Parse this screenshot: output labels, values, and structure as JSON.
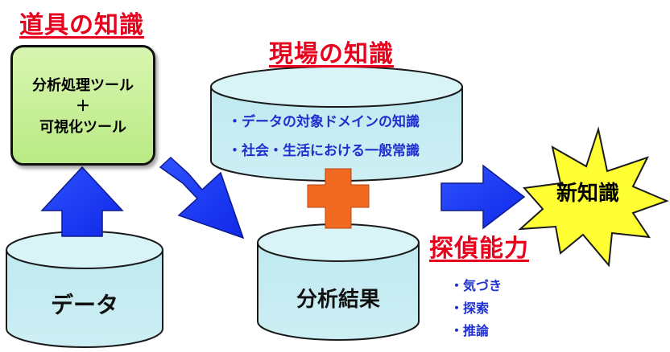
{
  "headings": {
    "tool_knowledge": "道具の知識",
    "field_knowledge": "現場の知識",
    "exploration_ability": "探偵能力"
  },
  "tools": {
    "line1": "分析処理ツール",
    "plus": "＋",
    "line2": "可視化ツール"
  },
  "field": {
    "item1": "・データの対象ドメインの知識",
    "item2": "・社会・生活における一般常識"
  },
  "data_label": "データ",
  "result_label": "分析結果",
  "new_knowledge": "新知識",
  "abilities": [
    "・気づき",
    "・探索",
    "・推論"
  ],
  "colors": {
    "heading_red": "#e8001c",
    "arrow_blue": "#1a3cff",
    "plus_orange": "#f26a22",
    "cylinder_fill": "#c6ecf2",
    "burst_yellow": "#ffff33",
    "tool_green": "#b9ea84",
    "bullet_blue": "#1f2fd0"
  },
  "icons": [
    "up-arrow-icon",
    "diagonal-arrow-icon",
    "right-arrow-icon",
    "plus-icon",
    "starburst-icon"
  ]
}
